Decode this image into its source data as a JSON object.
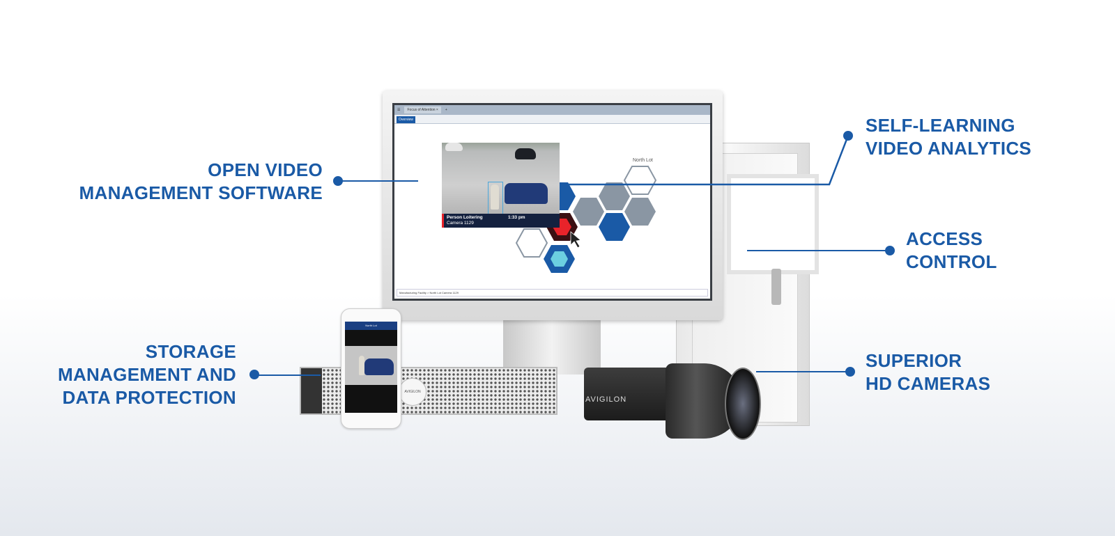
{
  "labels": {
    "software": [
      "OPEN VIDEO",
      "MANAGEMENT SOFTWARE"
    ],
    "analytics": [
      "SELF-LEARNING",
      "VIDEO ANALYTICS"
    ],
    "access": [
      "ACCESS",
      "CONTROL"
    ],
    "cameras": [
      "SUPERIOR",
      "HD CAMERAS"
    ],
    "storage": [
      "STORAGE",
      "MANAGEMENT AND",
      "DATA PROTECTION"
    ]
  },
  "screen": {
    "tab": "Focus of Attention ×",
    "add_tab": "+",
    "overview_tab": "Overview",
    "site_label": "North Lot",
    "alert_title": "Person Loitering",
    "alert_time": "1:33 pm",
    "alert_camera": "Camera 1129",
    "breadcrumb": "Manufacturing Facility > North Lot Camera 1129"
  },
  "phone": {
    "title": "North Lot"
  },
  "camera": {
    "brand": "AVIGILON"
  },
  "server": {
    "brand": "AVIGILON"
  },
  "colors": {
    "accent": "#1a5aa6",
    "alert": "#e8232a",
    "hex_grey": "#8a96a3",
    "hex_teal": "#6ccfe0"
  }
}
